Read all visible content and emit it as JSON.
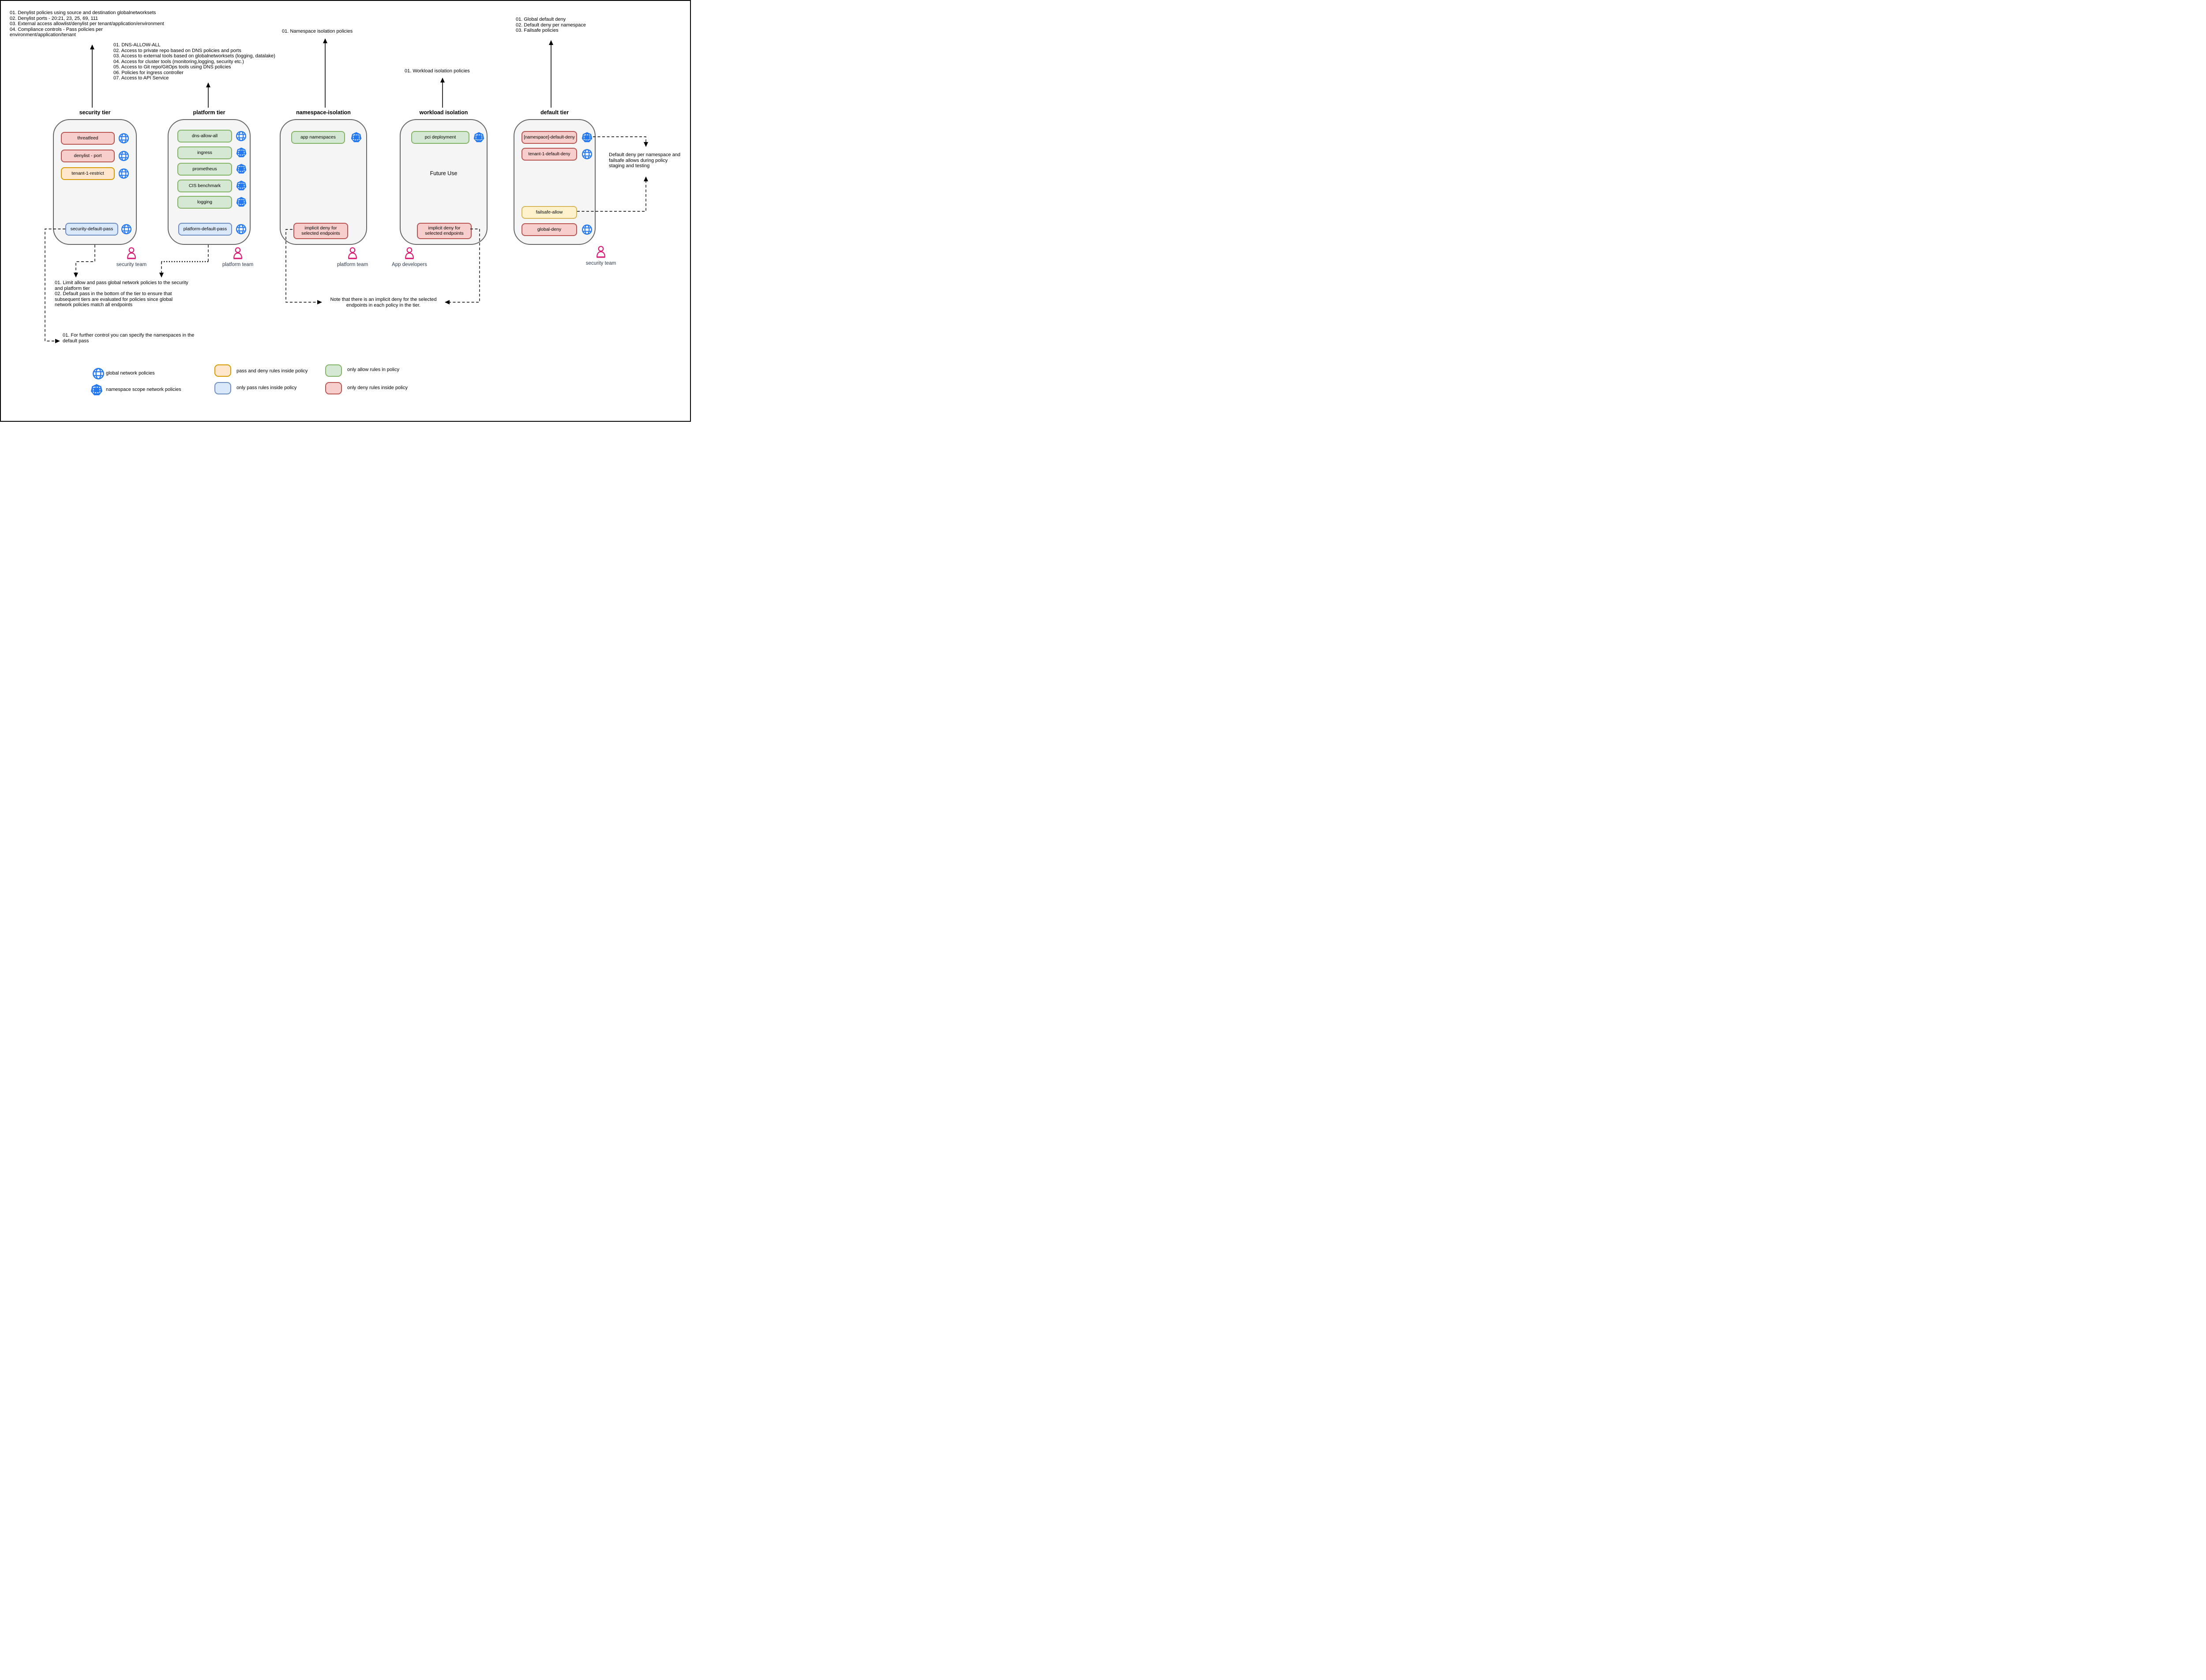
{
  "colors": {
    "tier-fill": "#f5f5f5",
    "tier-border": "#666666",
    "deny-fill": "#f8cecc",
    "deny-border": "#b85450",
    "allow-fill": "#d5e8d4",
    "allow-border": "#82b366",
    "pass-fill": "#dae8fc",
    "pass-border": "#6c8ebf",
    "passdeny-fill": "#ffe6cc",
    "passdeny-border": "#d79b00",
    "failsafe-fill": "#fff2cc",
    "failsafe-border": "#d6b656",
    "icon-blue": "#2479f0",
    "person-pink": "#d91a72",
    "team-text": "#2d3b4e"
  },
  "annotations": {
    "security_tier_notes": "01. Denylist policies using source and destination globalnetworksets\n02. Denylist ports - 20:21, 23, 25, 69, 111\n03. External access allowlist/denylist per tenant/application/environment\n04. Compliance controls - Pass policies per\nenvironment/application/tenant",
    "platform_tier_notes": "01. DNS-ALLOW-ALL\n02. Access to private repo based on DNS policies and ports\n03. Access to external tools based on globalnetworksets (logging, datalake)\n04. Access for cluster tools (monitoring,logging, security etc.)\n05. Access to Git repo/GitOps tools using DNS policies\n06. Policies for ingress controller\n07. Access to API Service",
    "namespace_isolation_note": "01. Namespace isolation policies",
    "workload_isolation_note": "01. Workload isolation policies",
    "default_tier_notes": "01. Global default deny\n02. Default deny per namespace\n03. Failsafe policies",
    "staging_note": "Default deny per namespace and\nfailsafe allows during policy\nstaging and testing",
    "pass_notes": "01. Limit allow and pass global network policies to the security\nand platform tier\n02. Default pass in the bottom of the tier to ensure that\nsubsequent tiers are evaluated for policies since global\nnetwork policies match all endpoints",
    "namespaces_note": "01. For further control you can specify the namespaces in the\ndefault pass",
    "implicit_deny_note": "Note that there is an implicit deny for the selected\nendpoints in each policy in the tier."
  },
  "tiers": [
    {
      "title": "security tier",
      "team": "security team",
      "policies": [
        {
          "label": "threatfeed"
        },
        {
          "label": "denylist - port"
        },
        {
          "label": "tenant-1-restrict"
        },
        {
          "label": "security-default-pass"
        }
      ]
    },
    {
      "title": "platform tier",
      "team": "platform team",
      "policies": [
        {
          "label": "dns-allow-all"
        },
        {
          "label": "ingress"
        },
        {
          "label": "prometheus"
        },
        {
          "label": "CIS benchmark"
        },
        {
          "label": "logging"
        },
        {
          "label": "platform-default-pass"
        }
      ]
    },
    {
      "title": "namespace-isolation",
      "team": "platform team",
      "policies": [
        {
          "label": "app namespaces"
        },
        {
          "label": "implicit deny for selected endpoints"
        }
      ]
    },
    {
      "title": "workload isolation",
      "team": "App developers",
      "center_note": "Future Use",
      "policies": [
        {
          "label": "pci deployment"
        },
        {
          "label": "implicit deny for selected endpoints"
        }
      ]
    },
    {
      "title": "default tier",
      "team": "security team",
      "policies": [
        {
          "label": "[namespace]-default-deny"
        },
        {
          "label": "tenant-1-default-deny"
        },
        {
          "label": "failsafe-allow"
        },
        {
          "label": "global-deny"
        }
      ]
    }
  ],
  "legend": {
    "global_icon_label": "global network policies",
    "namespace_icon_label": "namespace scope network policies",
    "passdeny_label": "pass and deny rules inside policy",
    "pass_label": "only pass rules inside policy",
    "allow_label": "only allow rules in policy",
    "deny_label": "only deny rules inside policy"
  }
}
